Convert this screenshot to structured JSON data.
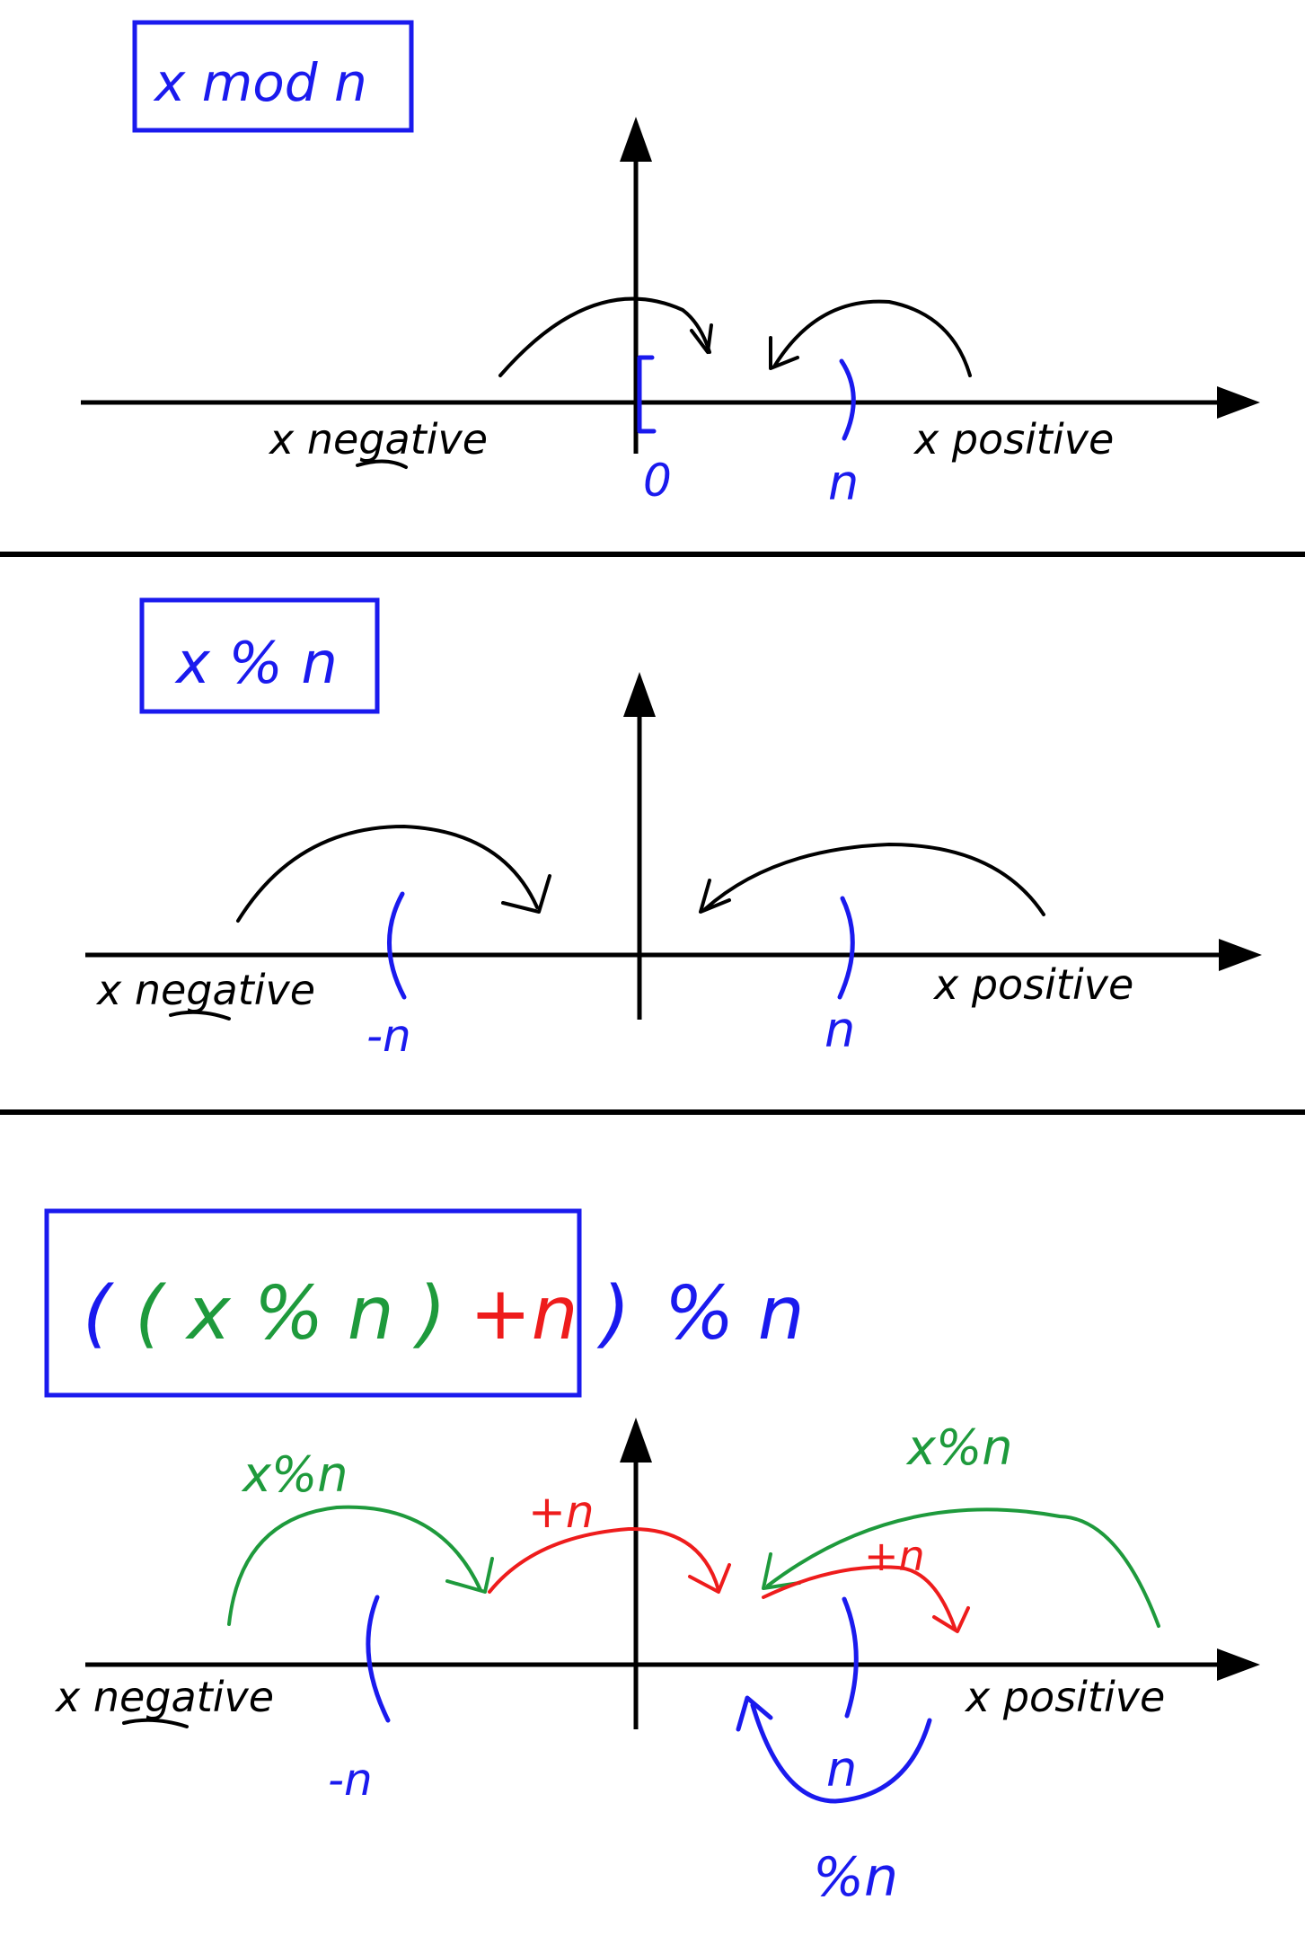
{
  "colors": {
    "ink": "#000000",
    "blue": "#1a1aee",
    "green": "#1e9a3c",
    "red": "#ee1c1c"
  },
  "panel1": {
    "title": "x mod n",
    "x_negative": "x negative",
    "x_positive": "x positive",
    "zero": "0",
    "n": "n"
  },
  "panel2": {
    "title": "x % n",
    "x_negative": "x negative",
    "x_positive": "x positive",
    "neg_n": "-n",
    "n": "n"
  },
  "panel3": {
    "title_parts": {
      "open_outer": "(",
      "open_inner": "(",
      "x": "x",
      "pct_n": "% n",
      "close_inner": ")",
      "plus_n": "+n",
      "close_outer": ")",
      "mod": "% n"
    },
    "x_negative": "x negative",
    "x_positive": "x positive",
    "neg_n": "-n",
    "n": "n",
    "label_left_green": "x%n",
    "label_right_green": "x%n",
    "label_left_red": "+n",
    "label_right_red": "+n",
    "label_blue_bottom": "%n"
  }
}
